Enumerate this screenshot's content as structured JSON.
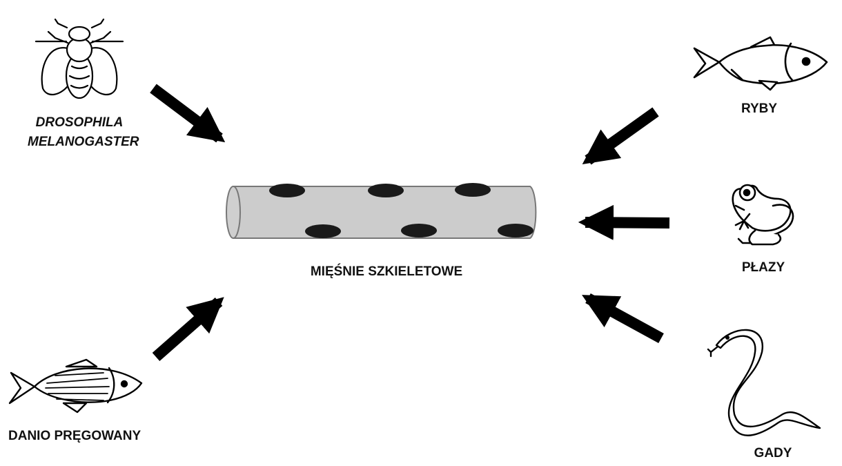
{
  "center": {
    "label": "MIĘŚNIE SZKIELETOWE"
  },
  "organisms": {
    "drosophila": {
      "line1": "DROSOPHILA",
      "line2": "MELANOGASTER"
    },
    "zebrafish": {
      "label": "DANIO PRĘGOWANY"
    },
    "fish": {
      "label": "RYBY"
    },
    "amphibians": {
      "label": "PŁAZY"
    },
    "reptiles": {
      "label": "GADY"
    }
  },
  "colors": {
    "muscle_fill": "#cccccc",
    "nuclei": "#1a1a1a",
    "arrows": "#000000",
    "outline": "#777777"
  }
}
